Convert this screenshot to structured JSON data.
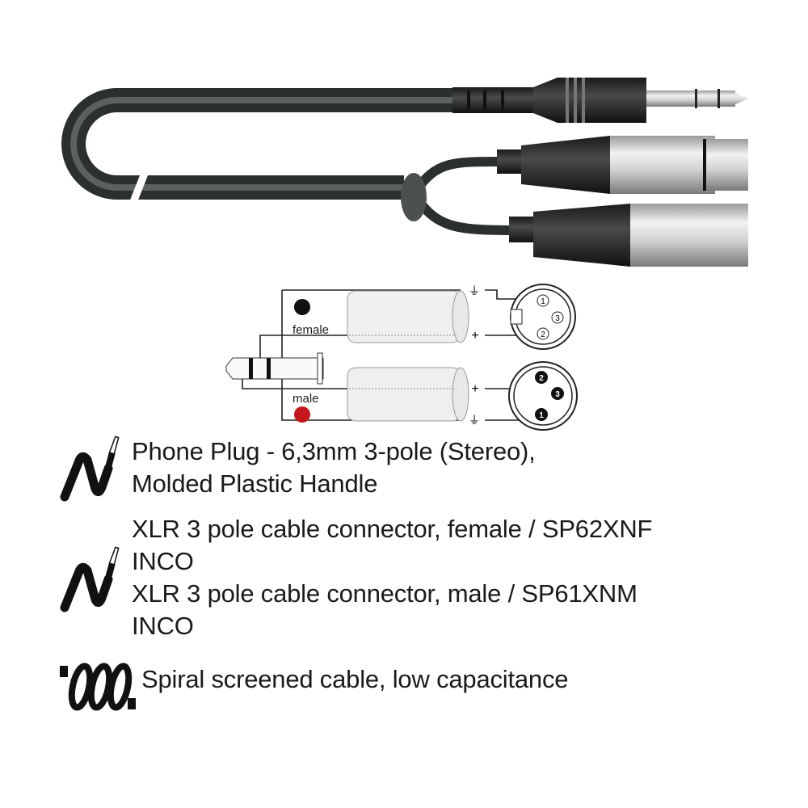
{
  "illustration": {
    "cable_color": "#3b3f3f",
    "connectors": [
      {
        "id": "phone-plug",
        "type": "6.3mm stereo jack"
      },
      {
        "id": "xlr-female",
        "type": "XLR female"
      },
      {
        "id": "xlr-male",
        "type": "XLR male"
      }
    ]
  },
  "wiring_diagram": {
    "female_label": "female",
    "male_label": "male",
    "female_dot_color": "#111111",
    "male_dot_color": "#c8161d",
    "ground_symbol": "⏚",
    "plus_symbol": "+",
    "female_pins": [
      "1",
      "3",
      "2"
    ],
    "male_pins": [
      "2",
      "3",
      "1"
    ]
  },
  "features": [
    {
      "icon": "phone-plug-cable-icon",
      "lines": [
        "Phone Plug - 6,3mm 3-pole (Stereo),",
        "Molded Plastic Handle"
      ]
    },
    {
      "icon": "phone-plug-cable-icon",
      "lines": [
        "XLR 3 pole cable connector, female / SP62XNF",
        "INCO",
        "XLR 3 pole cable connector, male / SP61XNM",
        "INCO"
      ]
    },
    {
      "icon": "spiral-screen-icon",
      "lines": [
        "Spiral screened cable, low capacitance"
      ]
    }
  ]
}
